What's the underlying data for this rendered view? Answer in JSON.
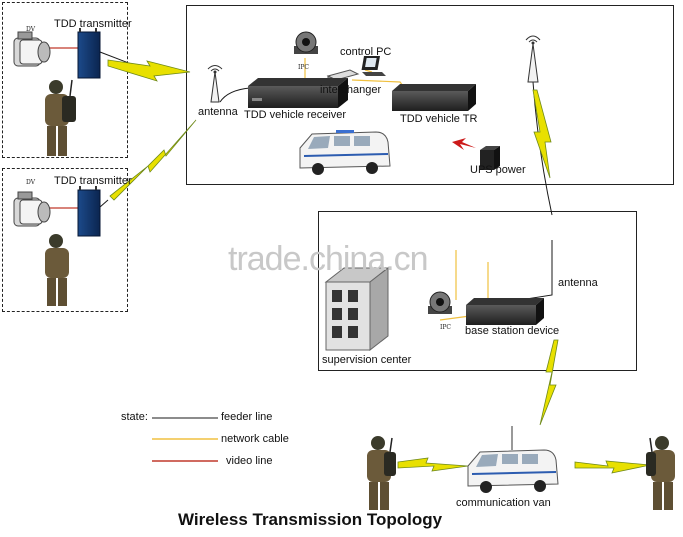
{
  "title": "Wireless Transmission Topology",
  "watermark": "trade.china.cn",
  "labels": {
    "dv1": "DV",
    "tdd_tx1": "TDD transmitter",
    "dv2": "DV",
    "tdd_tx2": "TDD transmitter",
    "ipc_vehicle": "IPC",
    "control_pc": "control PC",
    "interchanger": "interchanger",
    "antenna_vehicle": "antenna",
    "tdd_vehicle_receiver": "TDD vehicle receiver",
    "tdd_vehicle_tr": "TDD vehicle TR",
    "ups_power": "UPS power",
    "antenna_station": "antenna",
    "ipc_station": "IPC",
    "base_station_device": "base station device",
    "supervision_center": "supervision center",
    "communication_van": "communication van"
  },
  "legend": {
    "state_label": "state:",
    "items": [
      {
        "label": "feeder line",
        "color": "#1a1a1a"
      },
      {
        "label": "network cable",
        "color": "#f0c040"
      },
      {
        "label": "video line",
        "color": "#c0392b"
      }
    ]
  },
  "colors": {
    "zigzag": "#e8e000",
    "zigzag_stroke": "#6f8a1a",
    "feeder": "#1a1a1a",
    "network": "#f0c040",
    "video": "#c0392b"
  }
}
